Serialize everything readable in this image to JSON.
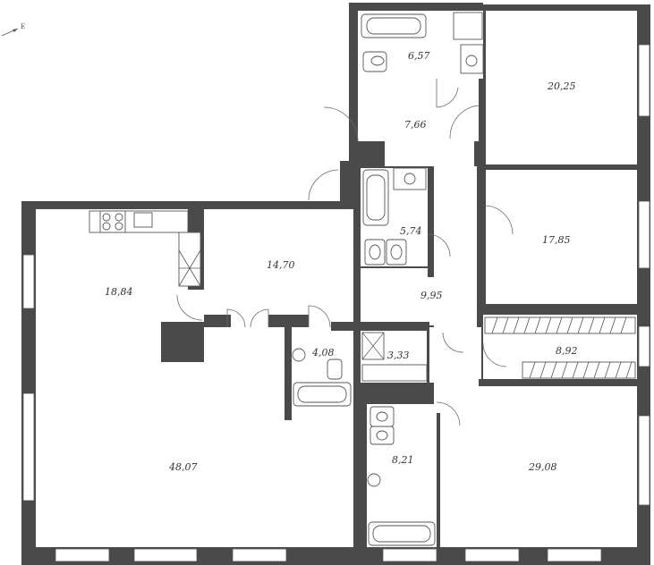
{
  "compass": {
    "label": "E"
  },
  "rooms": [
    {
      "id": "bath-top",
      "area": "6,57"
    },
    {
      "id": "bedroom-top-right",
      "area": "20,25"
    },
    {
      "id": "hall-upper",
      "area": "7,66"
    },
    {
      "id": "bath-middle",
      "area": "5,74"
    },
    {
      "id": "bedroom-right",
      "area": "17,85"
    },
    {
      "id": "hall-central",
      "area": "14,70"
    },
    {
      "id": "kitchen",
      "area": "18,84"
    },
    {
      "id": "corridor",
      "area": "9,95"
    },
    {
      "id": "wardrobe",
      "area": "8,92"
    },
    {
      "id": "wc",
      "area": "4,08"
    },
    {
      "id": "laundry",
      "area": "3,33"
    },
    {
      "id": "living-room",
      "area": "48,07"
    },
    {
      "id": "bath-bottom",
      "area": "8,21"
    },
    {
      "id": "bedroom-bottom-right",
      "area": "29,08"
    }
  ]
}
